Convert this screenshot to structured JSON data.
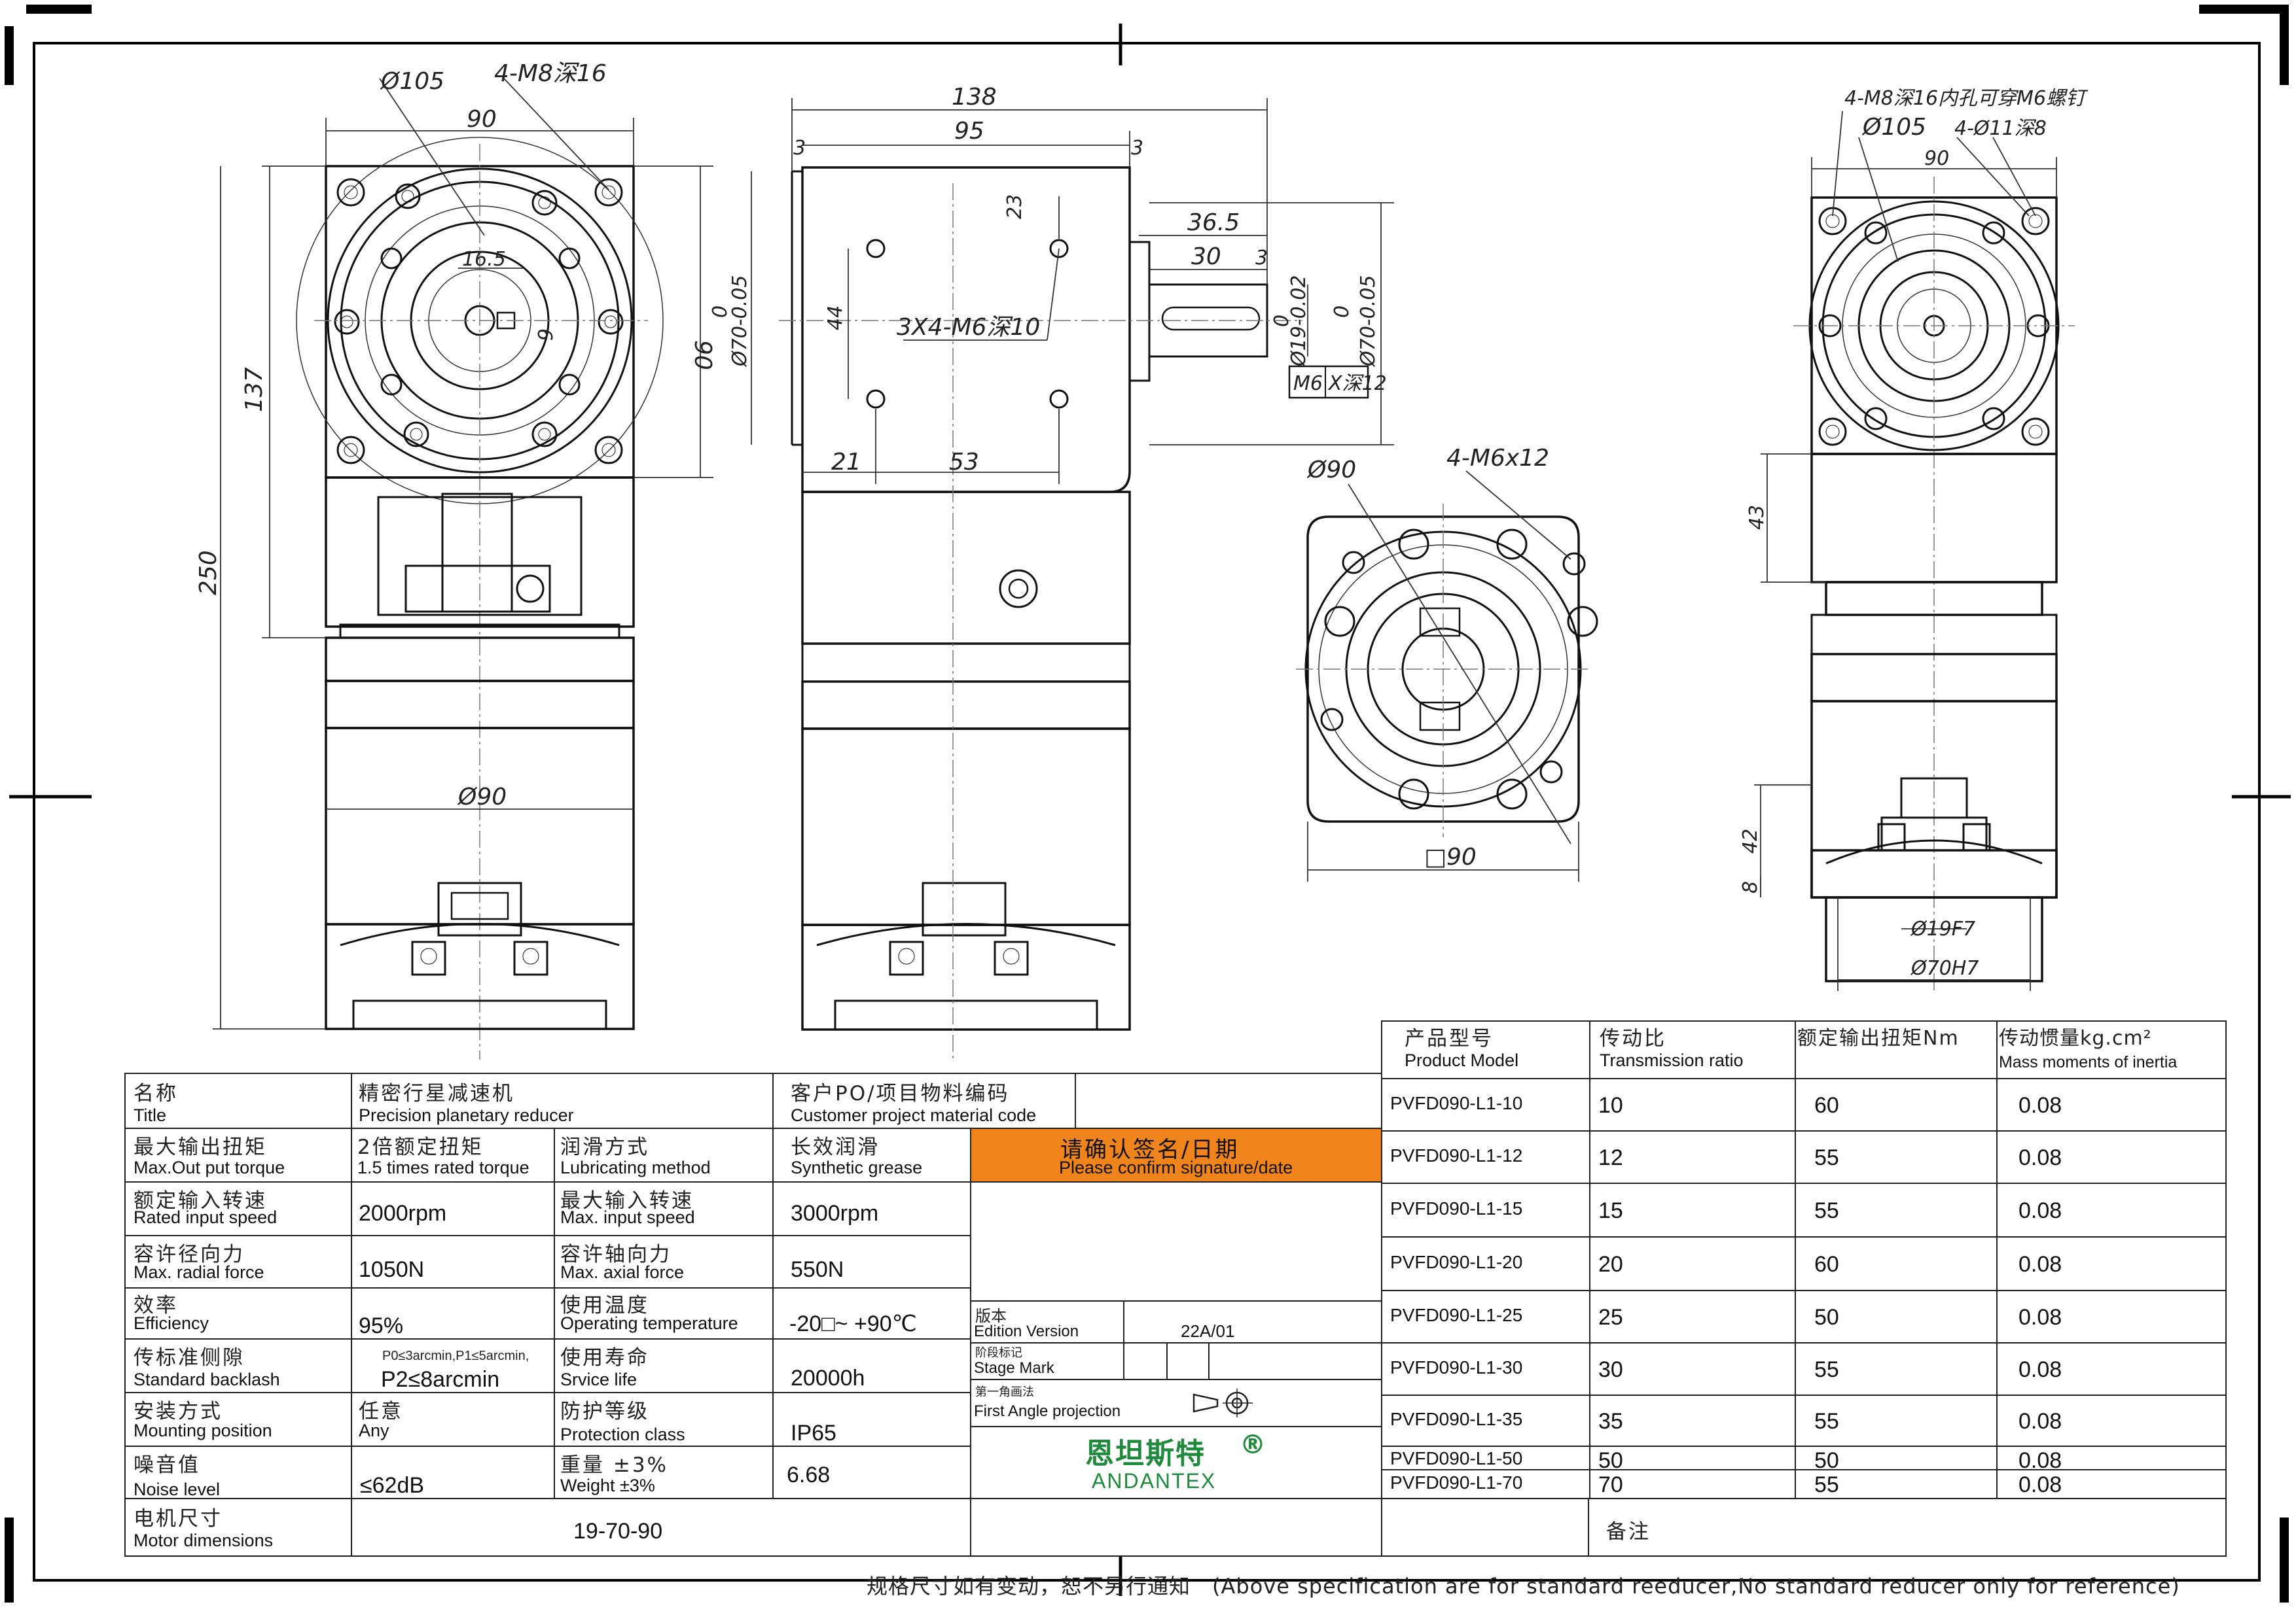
{
  "drawing_dimensions": {
    "front_view": [
      "Ø105",
      "4-M8深16",
      "90",
      "137",
      "250",
      "16.5",
      "6",
      "90",
      "Ø90"
    ],
    "side_view": [
      "138",
      "95",
      "3",
      "3",
      "23",
      "36.5",
      "30",
      "3",
      "44",
      "3X4-M6深10",
      "0",
      "Ø70-0.05",
      "0",
      "Ø19-0.02",
      "0",
      "Ø70-0.05",
      "M6",
      "X深12",
      "21",
      "53"
    ],
    "output_flange": [
      "Ø90",
      "4-M6x12",
      "□90"
    ],
    "right_view": [
      "4-M8深16内孔可穿M6螺钉",
      "Ø105",
      "4-Ø11深8",
      "90",
      "43",
      "42",
      "8",
      "Ø19F7",
      "Ø70H7"
    ]
  },
  "spec_table": {
    "rows": [
      {
        "label_zh": "名称",
        "label_en": "Title",
        "value_zh": "精密行星减速机",
        "value_en": "Precision planetary reducer",
        "label2_zh": "客户PO/项目物料编码",
        "label2_en": "Customer project material code"
      },
      {
        "label_zh": "最大输出扭矩",
        "label_en": "Max.Out put torque",
        "value_zh": "2倍额定扭矩",
        "value_en": "1.5 times rated torque",
        "label2_zh": "润滑方式",
        "label2_en": "Lubricating method",
        "value2_zh": "长效润滑",
        "value2_en": "Synthetic grease"
      },
      {
        "label_zh": "额定输入转速",
        "label_en": "Rated input speed",
        "value": "2000rpm",
        "label2_zh": "最大输入转速",
        "label2_en": "Max. input speed",
        "value2": "3000rpm"
      },
      {
        "label_zh": "容许径向力",
        "label_en": "Max. radial force",
        "value": "1050N",
        "label2_zh": "容许轴向力",
        "label2_en": "Max. axial force",
        "value2": "550N"
      },
      {
        "label_zh": "效率",
        "label_en": "Efficiency",
        "value": "95%",
        "label2_zh": "使用温度",
        "label2_en": "Operating temperature",
        "value2": "-20□~ +90℃"
      },
      {
        "label_zh": "传标准侧隙",
        "label_en": "Standard backlash",
        "value_small": "P0≤3arcmin,P1≤5arcmin,",
        "value": "P2≤8arcmin",
        "label2_zh": "使用寿命",
        "label2_en": "Srvice life",
        "value2": "20000h"
      },
      {
        "label_zh": "安装方式",
        "label_en": "Mounting position",
        "value_zh": "任意",
        "value_en": "Any",
        "label2_zh": "防护等级",
        "label2_en": "Protection class",
        "value2": "IP65"
      },
      {
        "label_zh": "噪音值",
        "label_en": "Noise level",
        "value": "≤62dB",
        "label2_zh": "重量 ±3%",
        "label2_en": "Weight ±3%",
        "value2": "6.68"
      },
      {
        "label_zh": "电机尺寸",
        "label_en": "Motor dimensions",
        "value": "19-70-90"
      }
    ]
  },
  "confirm": {
    "title_zh": "请确认签名/日期",
    "title_en": "Please confirm signature/date",
    "color": "#f0841c"
  },
  "edition": {
    "label_zh": "版本",
    "label_en": "Edition Version",
    "value": "22A/01"
  },
  "stage": {
    "label_zh": "阶段标记",
    "label_en": "Stage Mark"
  },
  "projection": {
    "label_zh": "第一角画法",
    "label_en": "First Angle projection"
  },
  "brand": {
    "name_zh": "恩坦斯特",
    "mark": "®",
    "name_en": "ANDANTEX",
    "color": "#1e8a3c"
  },
  "models_table": {
    "headers": [
      {
        "zh": "产品型号",
        "en": "Product Model"
      },
      {
        "zh": "传动比",
        "en": "Transmission ratio"
      },
      {
        "zh": "额定输出扭矩Nm",
        "en": ""
      },
      {
        "zh": "传动惯量kg.cm²",
        "en": "Mass moments of inertia"
      }
    ],
    "rows": [
      [
        "PVFD090-L1-10",
        "10",
        "60",
        "0.08"
      ],
      [
        "PVFD090-L1-12",
        "12",
        "55",
        "0.08"
      ],
      [
        "PVFD090-L1-15",
        "15",
        "55",
        "0.08"
      ],
      [
        "PVFD090-L1-20",
        "20",
        "60",
        "0.08"
      ],
      [
        "PVFD090-L1-25",
        "25",
        "50",
        "0.08"
      ],
      [
        "PVFD090-L1-30",
        "30",
        "55",
        "0.08"
      ],
      [
        "PVFD090-L1-35",
        "35",
        "55",
        "0.08"
      ],
      [
        "PVFD090-L1-50",
        "50",
        "50",
        "0.08"
      ],
      [
        "PVFD090-L1-70",
        "70",
        "55",
        "0.08"
      ]
    ],
    "remarks_label": "备注"
  },
  "footer_note": "规格尺寸如有变动，恕不另行通知　(Above specification are for standard reeducer,No standard reducer only for reference)"
}
